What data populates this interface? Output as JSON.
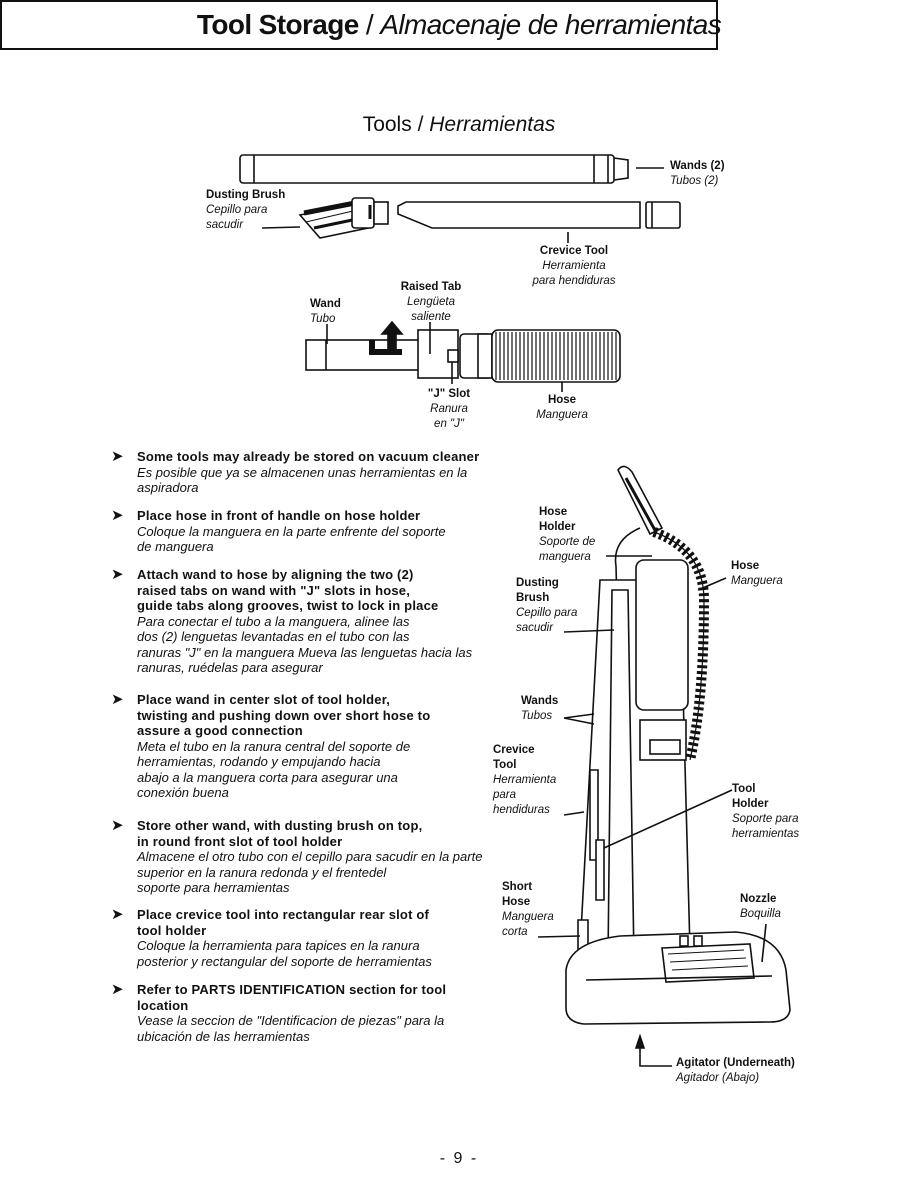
{
  "header": {
    "title_en": "Tool Storage",
    "title_sep": " / ",
    "title_es": "Almacenaje de herramientas"
  },
  "tools_heading": {
    "en": "Tools",
    "sep": " / ",
    "es": "Herramientas"
  },
  "parts": {
    "wands": {
      "en": "Wands (2)",
      "es": "Tubos (2)"
    },
    "dusting_brush_top": {
      "en": "Dusting Brush",
      "es1": "Cepillo para",
      "es2": "sacudir"
    },
    "crevice_tool_top": {
      "en": "Crevice Tool",
      "es1": "Herramienta",
      "es2": "para hendiduras"
    },
    "raised_tab": {
      "en": "Raised Tab",
      "es1": "Lengüeta",
      "es2": "saliente"
    },
    "wand": {
      "en": "Wand",
      "es": "Tubo"
    },
    "j_slot": {
      "en": "\"J\" Slot",
      "es1": "Ranura",
      "es2": "en \"J\""
    },
    "hose_top": {
      "en": "Hose",
      "es": "Manguera"
    },
    "hose_holder": {
      "en1": "Hose",
      "en2": "Holder",
      "es1": "Soporte de",
      "es2": "manguera"
    },
    "dusting_brush_side": {
      "en1": "Dusting",
      "en2": "Brush",
      "es1": "Cepillo para",
      "es2": "sacudir"
    },
    "hose_side": {
      "en": "Hose",
      "es": "Manguera"
    },
    "wands_side": {
      "en": "Wands",
      "es": "Tubos"
    },
    "crevice_tool_side": {
      "en1": "Crevice",
      "en2": "Tool",
      "es1": "Herramienta",
      "es2": "para",
      "es3": "hendiduras"
    },
    "tool_holder": {
      "en1": "Tool",
      "en2": "Holder",
      "es1": "Soporte para",
      "es2": "herramientas"
    },
    "short_hose": {
      "en1": "Short",
      "en2": "Hose",
      "es1": "Manguera",
      "es2": "corta"
    },
    "nozzle": {
      "en": "Nozzle",
      "es": "Boquilla"
    },
    "agitator": {
      "en": "Agitator (Underneath)",
      "es": "Agitador (Abajo)"
    }
  },
  "steps": [
    {
      "en": [
        "Some tools may already be stored on vacuum cleaner"
      ],
      "es": [
        "Es posible que ya se almacenen unas herramientas en la",
        "aspiradora"
      ]
    },
    {
      "en": [
        "Place hose in front of handle on hose holder"
      ],
      "es": [
        "Coloque la manguera en la parte enfrente del soporte",
        "de manguera"
      ]
    },
    {
      "en": [
        "Attach wand to hose by aligning the two (2)",
        "raised tabs on wand with \"J\" slots in hose,",
        "guide tabs along grooves, twist to lock in place"
      ],
      "es": [
        "Para conectar el tubo a la manguera, alinee las",
        "dos (2) lenguetas levantadas en el tubo con las",
        "ranuras \"J\" en la manguera  Mueva las lenguetas hacia las",
        "ranuras, ruédelas para asegurar"
      ]
    },
    {
      "en": [
        "Place wand in center slot of tool holder,",
        "twisting and pushing down over short hose to",
        "assure a good connection"
      ],
      "es": [
        "Meta el tubo en la ranura central del soporte de",
        "herramientas, rodando y empujando hacia",
        "abajo a la manguera corta para asegurar una",
        "conexión buena"
      ]
    },
    {
      "en": [
        "Store other wand, with dusting brush on top,",
        "in round front slot of tool holder"
      ],
      "es": [
        "Almacene el otro tubo con el cepillo para sacudir en la parte",
        "superior en la ranura redonda y el frentedel",
        "soporte para herramientas"
      ]
    },
    {
      "en": [
        "Place crevice tool into rectangular rear slot of",
        "tool holder"
      ],
      "es": [
        "Coloque la herramienta para tapices en la ranura",
        "posterior y rectangular del soporte de herramientas"
      ]
    },
    {
      "en": [
        "Refer to PARTS IDENTIFICATION section for tool",
        "location"
      ],
      "es": [
        "Vease la seccion de \"Identificacion de piezas\" para la",
        "ubicación de las herramientas"
      ]
    }
  ],
  "page_number": "- 9 -",
  "colors": {
    "ink": "#111111",
    "paper": "#ffffff"
  }
}
